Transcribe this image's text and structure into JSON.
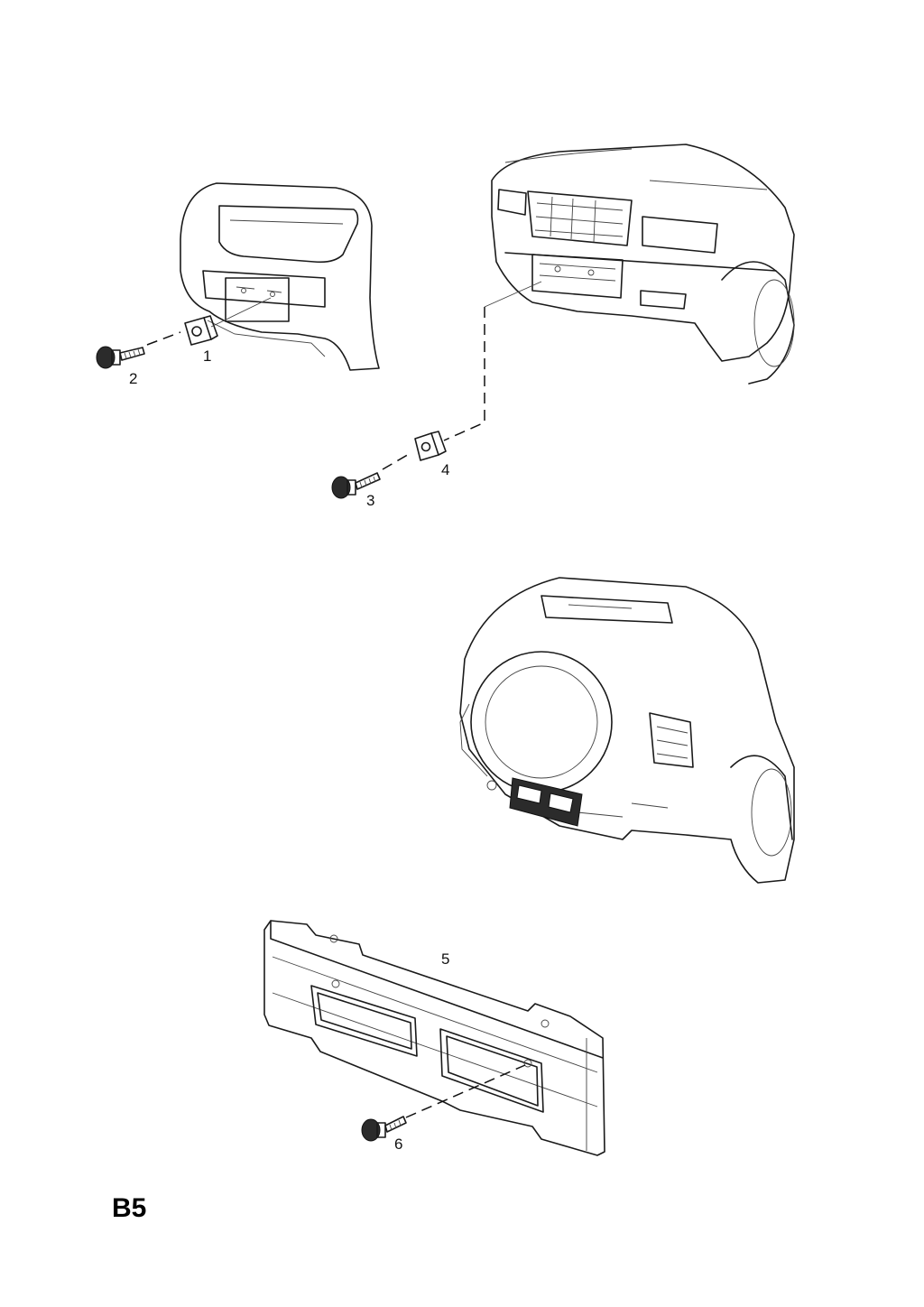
{
  "section_code": "B5",
  "callouts": {
    "c1": "1",
    "c2": "2",
    "c3": "3",
    "c4": "4",
    "c5": "5",
    "c6": "6"
  }
}
